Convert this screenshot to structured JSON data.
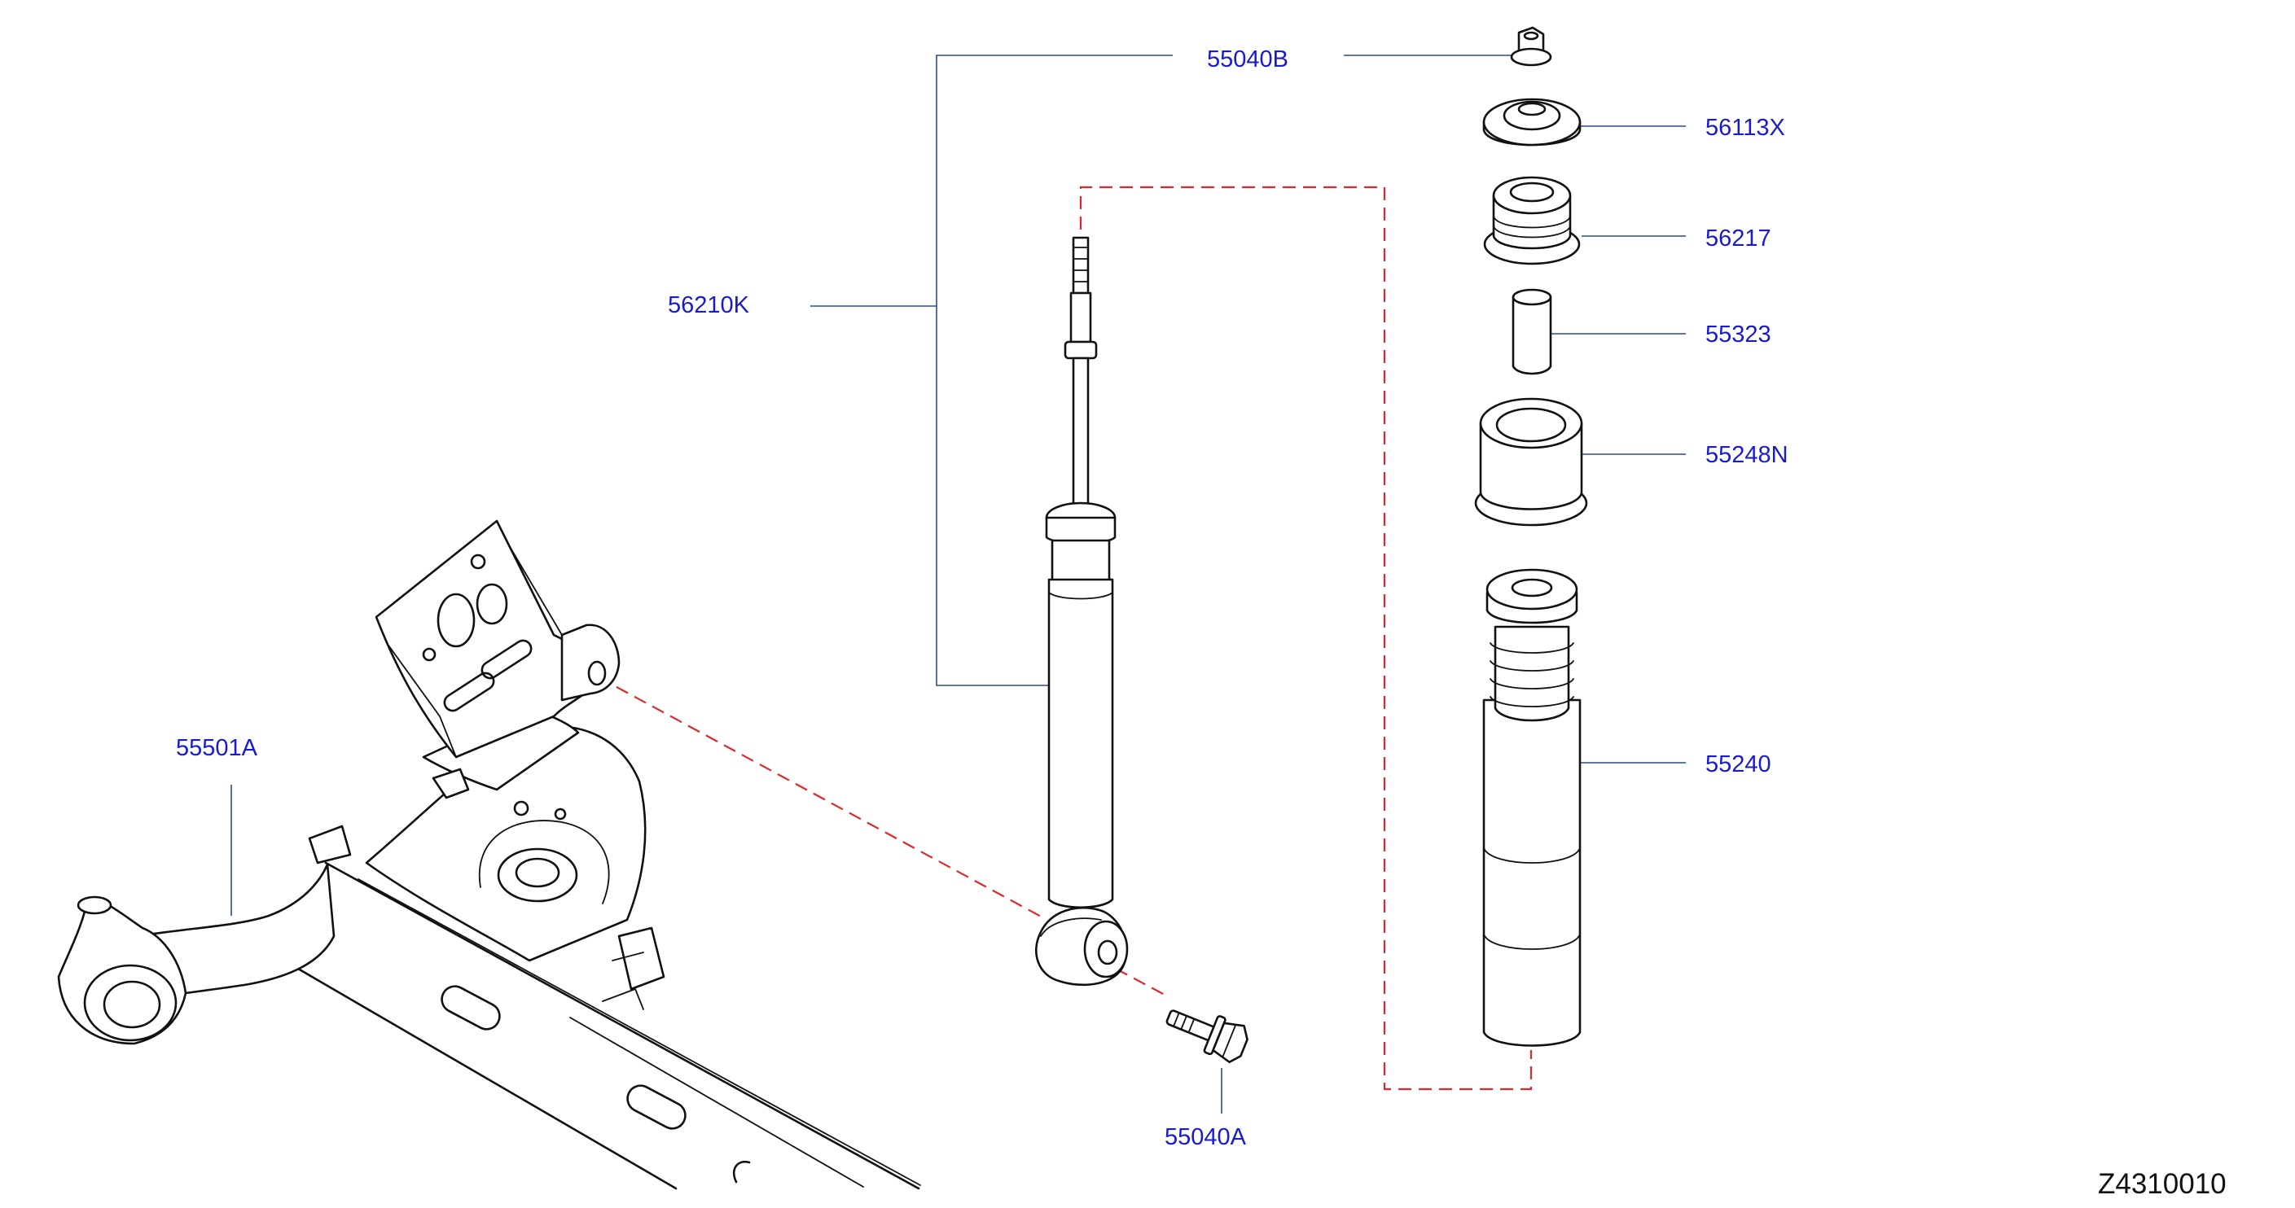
{
  "colors": {
    "callout_text": "#1a1acd",
    "leader_line": "#2c4a8c",
    "hidden_line": "#e0282c",
    "outline": "#111111",
    "background": "#ffffff"
  },
  "callouts": {
    "p55040B": "55040B",
    "p56113X": "56113X",
    "p56210K": "56210K",
    "p56217": "56217",
    "p55323": "55323",
    "p55248N": "55248N",
    "p55501A": "55501A",
    "p55240": "55240",
    "p55040A": "55040A"
  },
  "reference_code": "Z4310010"
}
